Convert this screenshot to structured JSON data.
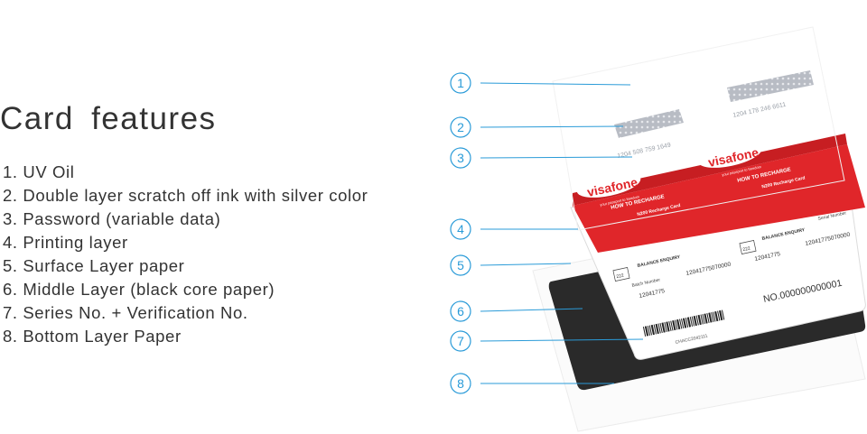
{
  "title": "Card  features",
  "features": [
    "1. UV Oil",
    "2. Double layer scratch off ink with silver color",
    "3. Password (variable data)",
    "4. Printing layer",
    "5. Surface Layer paper",
    "6. Middle Layer (black core paper)",
    "7. Series No. + Verification No.",
    "8. Bottom Layer Paper"
  ],
  "callouts": [
    "1",
    "2",
    "3",
    "4",
    "5",
    "6",
    "7",
    "8"
  ],
  "card": {
    "brand": "visafone",
    "tagline": "your passport to freedom",
    "how_to_recharge": "HOW TO RECHARGE",
    "recharge_card": "N200 Recharge Card",
    "password_left": "1204 508 759 1649",
    "password_right": "1204 178 246 6611",
    "balance_enquiry": "BALANCE ENQUIRY",
    "batch_label": "Batch Number",
    "serial_label": "Serial Number",
    "batch_number": "12041775",
    "serial_number": "12041775070000",
    "card_no": "NO.000000000001",
    "barcode_text": "CHACC2042111",
    "amount": "222"
  },
  "colors": {
    "accent": "#2a9bd8",
    "red": "#e0262a",
    "core": "#2a2a2a"
  }
}
